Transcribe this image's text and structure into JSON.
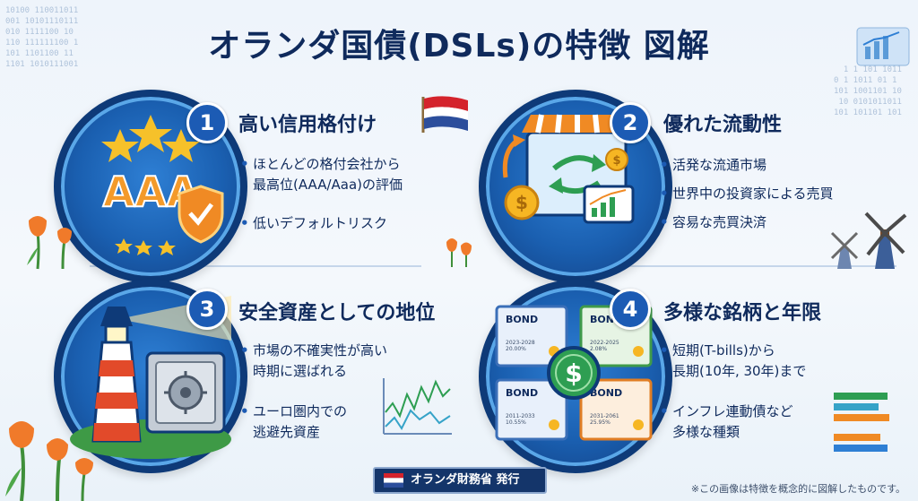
{
  "title": "オランダ国債(DSLs)の特徴 図解",
  "sections": [
    {
      "num": "1",
      "heading": "高い信用格付け",
      "art_text": "AAA",
      "bullets": [
        "ほとんどの格付会社から\n最高位(AAA/Aaa)の評価",
        "低いデフォルトリスク"
      ]
    },
    {
      "num": "2",
      "heading": "優れた流動性",
      "bullets": [
        "活発な流通市場",
        "世界中の投資家による売買",
        "容易な売買決済"
      ]
    },
    {
      "num": "3",
      "heading": "安全資産としての地位",
      "bullets": [
        "市場の不確実性が高い\n時期に選ばれる",
        "ユーロ圏内での\n逃避先資産"
      ]
    },
    {
      "num": "4",
      "heading": "多様な銘柄と年限",
      "bullets": [
        "短期(T-bills)から\n長期(10年, 30年)まで",
        "インフレ連動債など\n多様な種類"
      ]
    }
  ],
  "bond_cards": [
    {
      "label": "BOND",
      "detail": "2023-2028\n20.00%"
    },
    {
      "label": "BOND",
      "detail": "2022-2025\n2.08%"
    },
    {
      "label": "BOND",
      "detail": "2011-2033\n10.55%"
    },
    {
      "label": "BOND",
      "detail": "2031-2061\n25.95%"
    }
  ],
  "footer": {
    "issuer": "オランダ財務省 発行"
  },
  "note": "※この画像は特徴を概念的に図解したものです。",
  "colors": {
    "navy": "#0f2a5c",
    "blue": "#1c5bb4",
    "orange": "#f08a24",
    "gold": "#f6b623",
    "green": "#2e9e52"
  },
  "icons": [
    "netherlands-flag-icon",
    "shield-check-icon",
    "star-icon",
    "market-stall-icon",
    "coin-icon",
    "growth-chart-icon",
    "lighthouse-icon",
    "safe-icon",
    "dollar-coin-icon",
    "windmill-icon",
    "tulip-icon"
  ]
}
